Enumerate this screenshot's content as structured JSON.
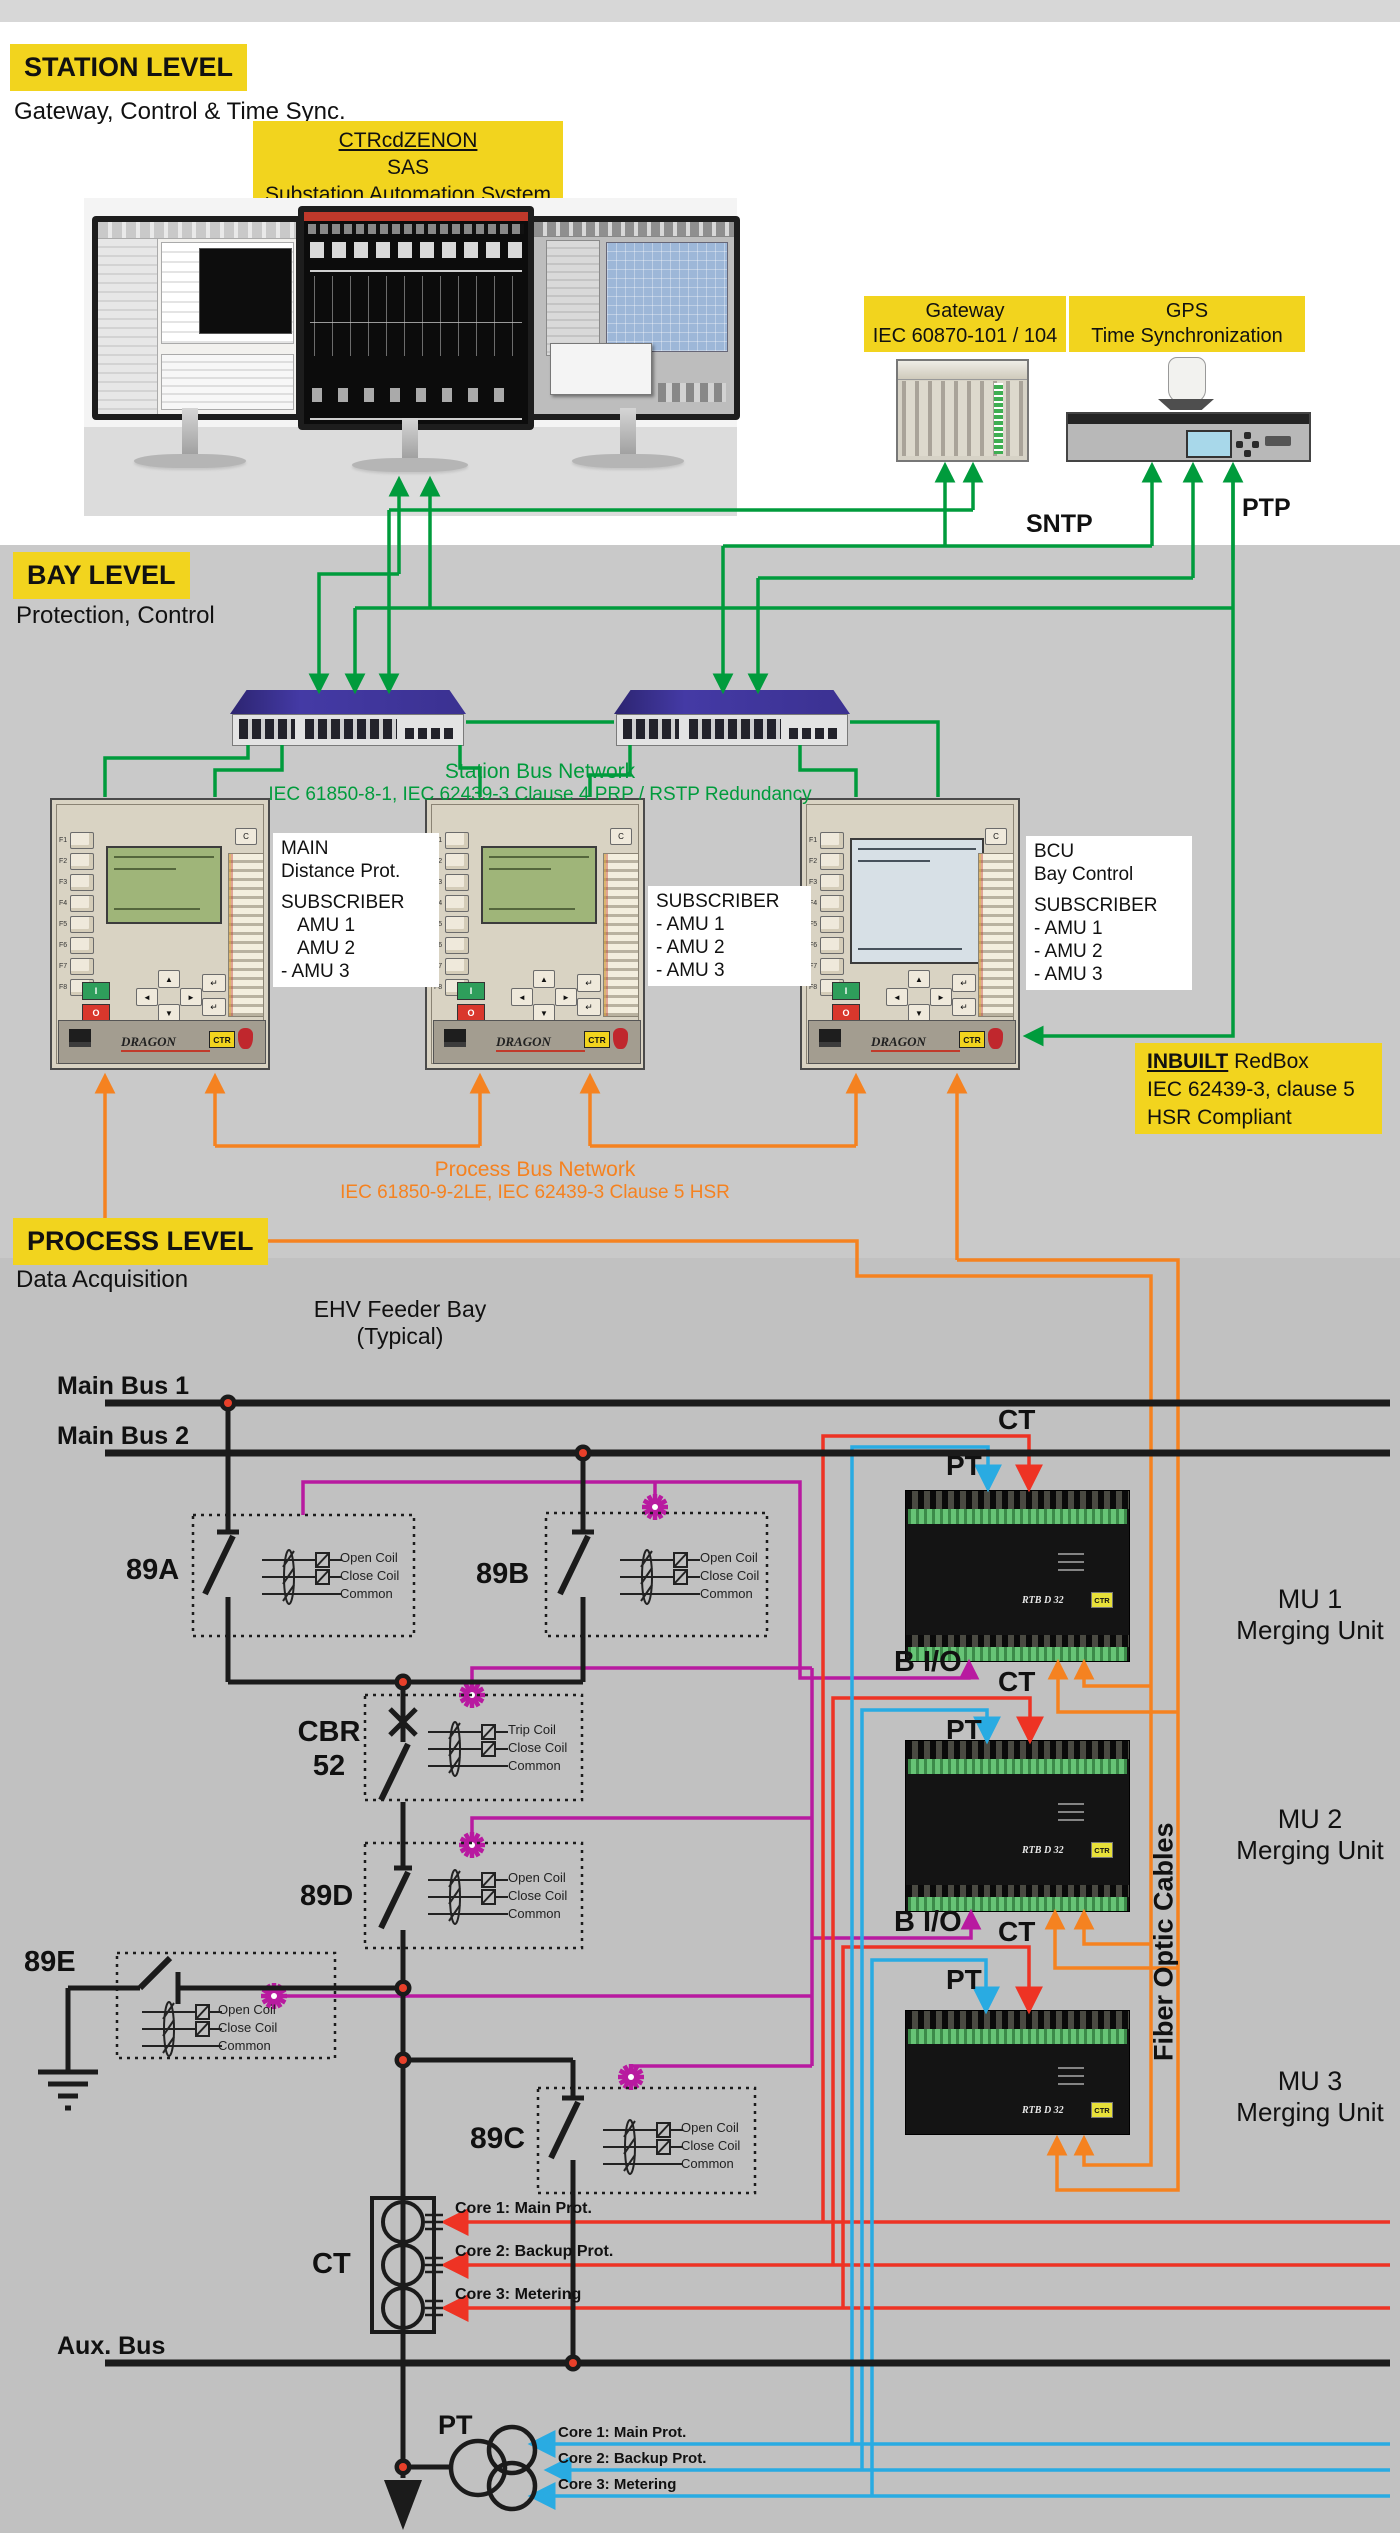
{
  "colors": {
    "yellow": "#F2D41E",
    "green": "#009B3C",
    "orange": "#F58220",
    "magenta": "#B81AA0",
    "red": "#EE3324",
    "blue": "#29ABE2"
  },
  "station": {
    "banner": "STATION LEVEL",
    "subtitle": "Gateway, Control & Time Sync.",
    "sas_box": {
      "title": "CTRcdZENON",
      "line2": "SAS",
      "line3": "Substation Automation System"
    },
    "gateway_box": {
      "line1": "Gateway",
      "line2": "IEC 60870-101 / 104"
    },
    "gps_box": {
      "line1": "GPS",
      "line2": "Time Synchronization"
    },
    "sntp": "SNTP",
    "ptp": "PTP"
  },
  "bay": {
    "banner": "BAY LEVEL",
    "subtitle": "Protection, Control",
    "station_bus": {
      "line1": "Station Bus Network",
      "line2": "IEC 61850-8-1, IEC 62439-3 Clause 4 PRP / RSTP Redundancy"
    },
    "process_bus": {
      "line1": "Process Bus Network",
      "line2": "IEC 61850-9-2LE, IEC 62439-3 Clause 5 HSR"
    },
    "relay_labels": [
      {
        "l1": "MAIN",
        "l2": "Distance Prot.",
        "l3": "SUBSCRIBER",
        "l4": "AMU 1",
        "l5": "AMU 2",
        "l6": "- AMU 3"
      },
      {
        "l1": "SUBSCRIBER",
        "l2": "- AMU 1",
        "l3": "- AMU 2",
        "l4": "- AMU 3"
      },
      {
        "l1": "BCU",
        "l2": "Bay Control",
        "l3": "SUBSCRIBER",
        "l4": "- AMU 1",
        "l5": "- AMU 2",
        "l6": "- AMU 3"
      }
    ],
    "redbox": {
      "strong": "INBUILT",
      "rest": " RedBox",
      "line2": "IEC 62439-3, clause 5",
      "line3": "HSR Compliant"
    },
    "relay": {
      "brand": "DRAGON",
      "logo": "CTR",
      "fkeys": [
        "F1",
        "F2",
        "F3",
        "F4",
        "F5",
        "F6",
        "F7",
        "F8"
      ],
      "c_key": "C",
      "on_key": "I",
      "off_key": "O",
      "up": "▲",
      "down": "▼",
      "left": "◄",
      "right": "►",
      "enter": "↵"
    }
  },
  "process": {
    "banner": "PROCESS LEVEL",
    "subtitle": "Data Acquisition",
    "feeder": {
      "line1": "EHV Feeder Bay",
      "line2": "(Typical)"
    },
    "bus1": "Main Bus 1",
    "bus2": "Main Bus 2",
    "aux_bus": "Aux. Bus",
    "ct": "CT",
    "pt": "PT",
    "fiber": "Fiber Optic Cables",
    "switchgear": [
      {
        "id": "89A",
        "coil1": "Open Coil",
        "coil2": "Close Coil",
        "coil3": "Common"
      },
      {
        "id": "89B",
        "coil1": "Open Coil",
        "coil2": "Close Coil",
        "coil3": "Common"
      },
      {
        "id": "CBR",
        "id2": "52",
        "coil1": "Trip Coil",
        "coil2": "Close Coil",
        "coil3": "Common"
      },
      {
        "id": "89D",
        "coil1": "Open Coil",
        "coil2": "Close Coil",
        "coil3": "Common"
      },
      {
        "id": "89E",
        "coil1": "Open Coil",
        "coil2": "Close Coil",
        "coil3": "Common"
      },
      {
        "id": "89C",
        "coil1": "Open Coil",
        "coil2": "Close Coil",
        "coil3": "Common"
      }
    ],
    "ct_cores": [
      "Core 1: Main Prot.",
      "Core 2: Backup Prot.",
      "Core 3: Metering"
    ],
    "pt_cores": [
      "Core 1: Main Prot.",
      "Core 2: Backup Prot.",
      "Core 3: Metering"
    ],
    "mus": [
      {
        "name": "MU 1",
        "sub": "Merging Unit",
        "ct": "CT",
        "pt": "PT",
        "bio": "B I/O",
        "model": "RTB D 32"
      },
      {
        "name": "MU 2",
        "sub": "Merging Unit",
        "ct": "CT",
        "pt": "PT",
        "bio": "B I/O",
        "model": "RTB D 32"
      },
      {
        "name": "MU 3",
        "sub": "Merging Unit",
        "ct": "CT",
        "pt": "PT",
        "model": "RTB D 32"
      }
    ]
  }
}
